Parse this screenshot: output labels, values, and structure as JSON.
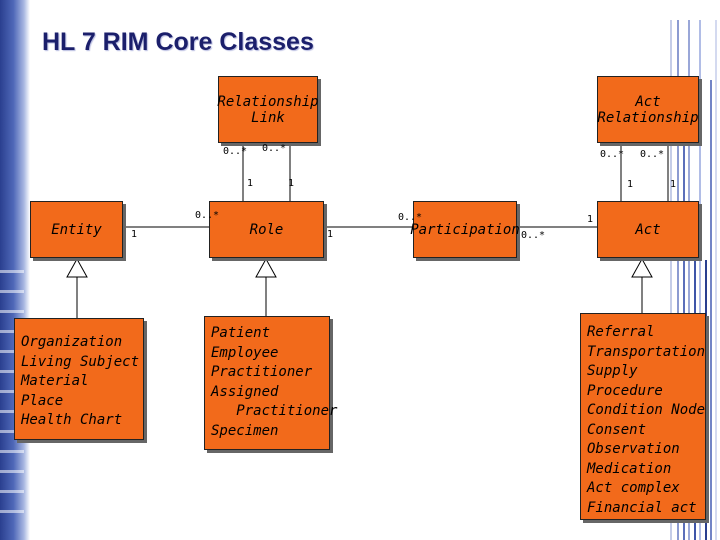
{
  "slide": {
    "title": "HL 7 RIM  Core Classes"
  },
  "classes": {
    "relationship_link": {
      "line1": "Relationship",
      "line2": "Link"
    },
    "act_relationship": {
      "line1": "Act",
      "line2": "Relationship"
    },
    "entity": "Entity",
    "role": "Role",
    "participation": "Participation",
    "act": "Act"
  },
  "subclasses": {
    "entity": [
      "Organization",
      "Living Subject",
      "Material",
      "Place",
      "Health Chart"
    ],
    "role": [
      "Patient",
      "Employee",
      "Practitioner",
      "Assigned",
      "   Practitioner",
      "Specimen"
    ],
    "act": [
      "Referral",
      "Transportation",
      "Supply",
      "Procedure",
      "Condition Node",
      "Consent",
      "Observation",
      "Medication",
      "Act complex",
      "Financial act"
    ]
  },
  "multiplicities": {
    "rl_left": "0..*",
    "rl_right": "0..*",
    "role_top_left": "1",
    "role_top_right": "1",
    "ar_left": "0..*",
    "ar_right": "0..*",
    "act_top_left": "1",
    "act_top_right": "1",
    "entity_role_entity": "1",
    "entity_role_role": "0..*",
    "role_part_role": "1",
    "role_part_part": "0..*",
    "part_act_part": "0..*",
    "part_act_act": "1"
  },
  "colors": {
    "class_fill": "#f26a1b",
    "title": "#1b1f6b",
    "band": "#2a3f8f"
  }
}
